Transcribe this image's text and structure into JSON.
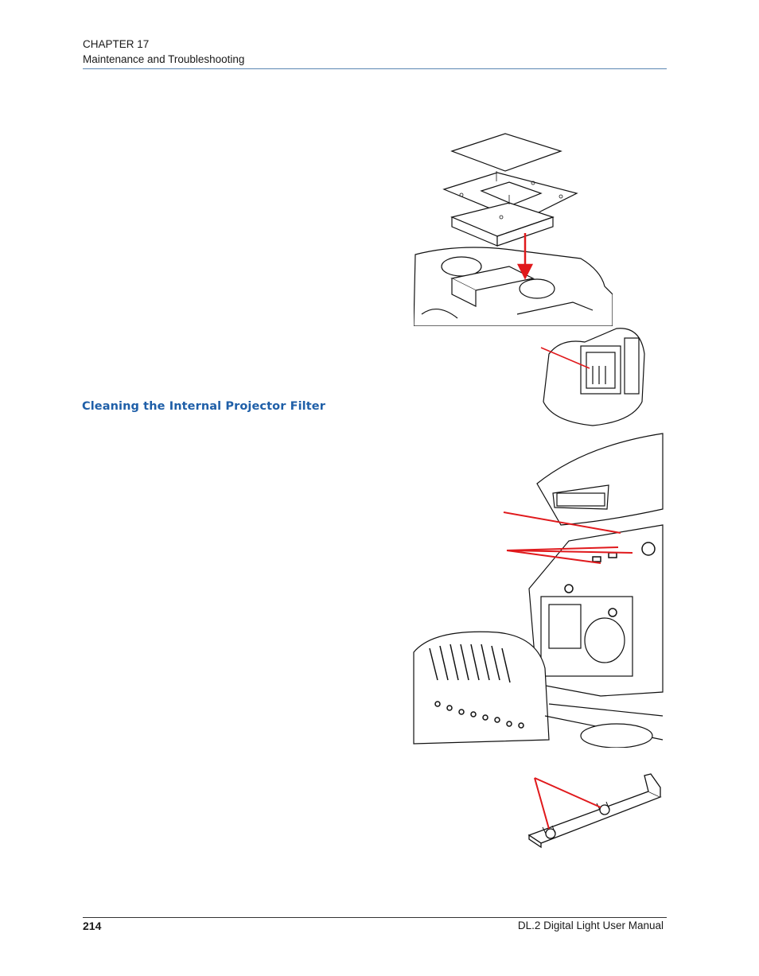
{
  "header": {
    "chapter": "CHAPTER 17",
    "subtitle": "Maintenance and Troubleshooting"
  },
  "section": {
    "title": "Cleaning the Internal Projector Filter"
  },
  "footer": {
    "page_number": "214",
    "manual_title": "DL.2 Digital Light User Manual"
  },
  "colors": {
    "heading": "#1f5fa8",
    "rule": "#5b86b2",
    "callout": "#e0191c"
  }
}
